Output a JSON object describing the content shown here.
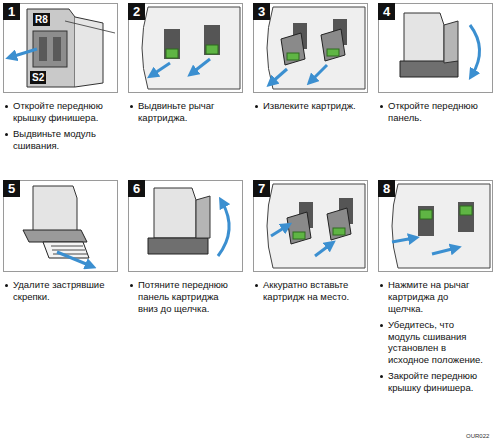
{
  "diagram": {
    "nodes": [
      {
        "text": [
          "1",
          "Откройте переднюю крышку финишера.",
          "Выдвиньте модуль сшивания."
        ]
      },
      {
        "text": [
          "2",
          "Выдвиньте рычаг картриджа."
        ]
      },
      {
        "text": [
          "3",
          "Извлеките картридж."
        ]
      },
      {
        "text": [
          "4",
          "Откройте переднюю панель."
        ]
      },
      {
        "text": [
          "5",
          "Удалите застрявшие скрепки."
        ]
      },
      {
        "text": [
          "6",
          "Потяните переднюю панель картриджа вниз до щелчка."
        ]
      },
      {
        "text": [
          "7",
          "Аккуратно вставьте картридж на место."
        ]
      },
      {
        "text": [
          "8",
          "Нажмите на рычаг картриджа до щелчка.",
          "Убедитесь, что модуль сшивания установлен в исходное положение.",
          "Закройте переднюю крышку финишера."
        ]
      }
    ],
    "labels": [
      "R8",
      "S2",
      "OUR022"
    ]
  }
}
